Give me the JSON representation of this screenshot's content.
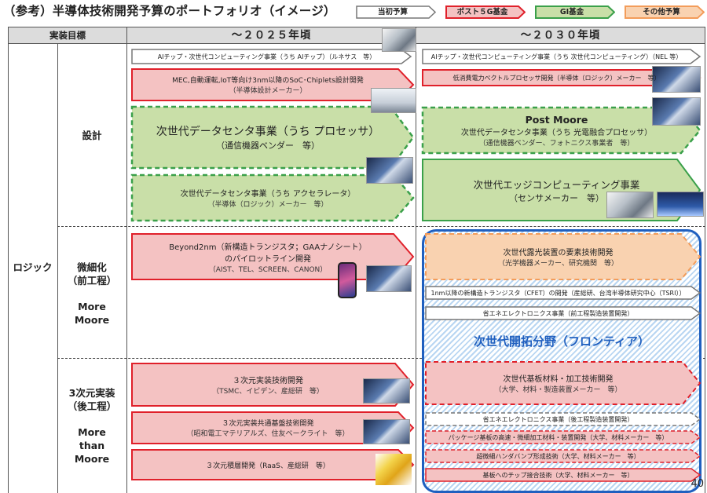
{
  "title": "（参考）半導体技術開発予算のポートフォリオ（イメージ）",
  "legend": [
    {
      "label": "当初予算",
      "fill": "#ffffff",
      "stroke": "#777777",
      "dash": false
    },
    {
      "label": "ポスト５G基金",
      "fill": "#f4c2c2",
      "stroke": "#e0202a",
      "dash": false
    },
    {
      "label": "GI基金",
      "fill": "#c9dfa8",
      "stroke": "#3aa04a",
      "dash": false
    },
    {
      "label": "その他予算",
      "fill": "#f9d2b0",
      "stroke": "#f39c5a",
      "dash": false
    }
  ],
  "header": {
    "target": "実装目標",
    "col2025": "～２０２５年頃",
    "col2030": "～２０３０年頃"
  },
  "rows": {
    "logic": "ロジック",
    "design": "設計",
    "fine": [
      "微細化",
      "（前工程）"
    ],
    "more_moore": [
      "More",
      "Moore"
    ],
    "pkg": [
      "3次元実装",
      "（後工程）"
    ],
    "more_than_moore": [
      "More",
      "than",
      "Moore"
    ]
  },
  "frontier_label": "次世代開拓分野（フロンティア）",
  "post_moore": "Post Moore",
  "page_number": "40"
}
